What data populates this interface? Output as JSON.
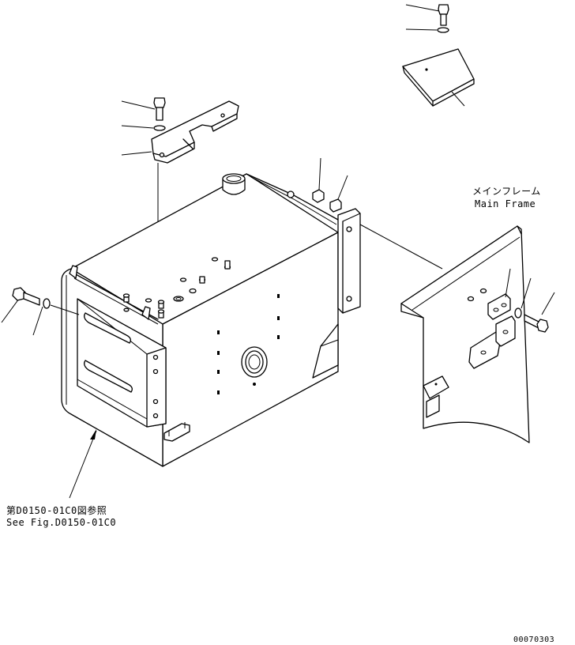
{
  "labels": {
    "main_frame_jp": "メインフレーム",
    "main_frame_en": "Main Frame",
    "ref_jp": "第D0150-01C0図参照",
    "ref_en": "See Fig.D0150-01C0",
    "drawing_number": "00070303"
  }
}
